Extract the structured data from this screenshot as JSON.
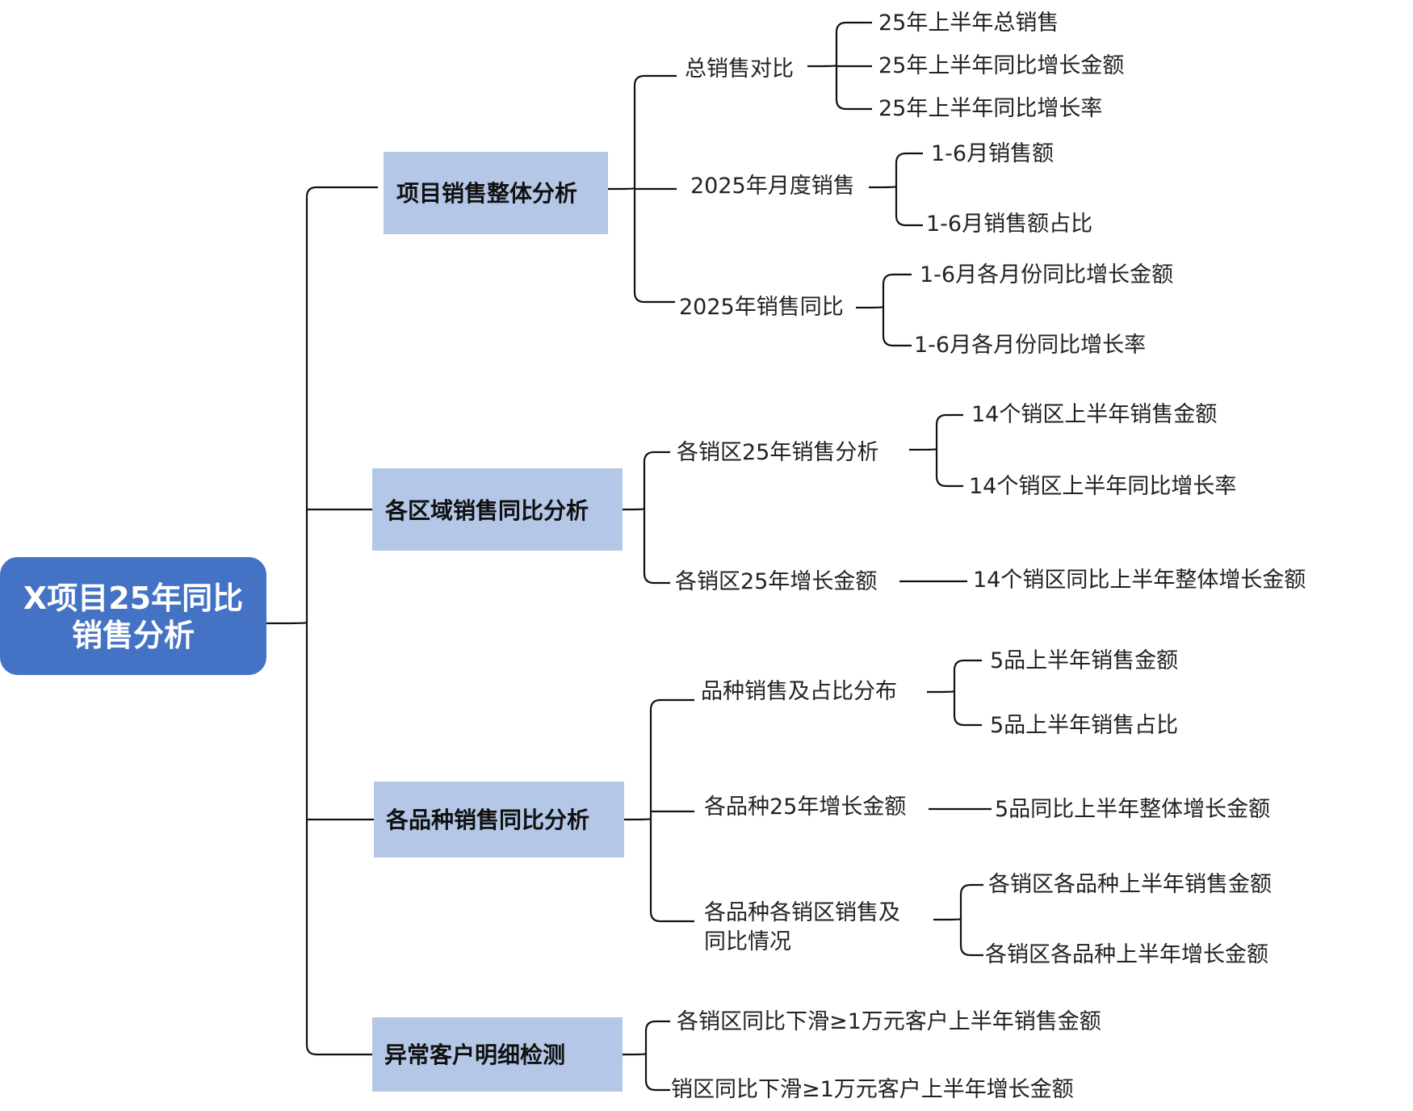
{
  "root": {
    "lines": [
      "X项目25年同比",
      "销售分析"
    ],
    "color": "#4472c4"
  },
  "branch_color": "#b4c7e7",
  "branches": [
    {
      "label": "项目销售整体分析",
      "children": [
        {
          "lines": [
            "总销售对比"
          ],
          "leaves": [
            "25年上半年总销售",
            "25年上半年同比增长金额",
            "25年上半年同比增长率"
          ]
        },
        {
          "lines": [
            "2025年月度销售"
          ],
          "leaves": [
            "1-6月销售额",
            "1-6月销售额占比"
          ]
        },
        {
          "lines": [
            "2025年销售同比"
          ],
          "leaves": [
            "1-6月各月份同比增长金额",
            "1-6月各月份同比增长率"
          ]
        }
      ]
    },
    {
      "label": "各区域销售同比分析",
      "children": [
        {
          "lines": [
            "各销区25年销售分析"
          ],
          "leaves": [
            "14个销区上半年销售金额",
            "14个销区上半年同比增长率"
          ]
        },
        {
          "lines": [
            "各销区25年增长金额"
          ],
          "leaves": [
            "14个销区同比上半年整体增长金额"
          ]
        }
      ]
    },
    {
      "label": "各品种销售同比分析",
      "children": [
        {
          "lines": [
            "品种销售及占比分布"
          ],
          "leaves": [
            "5品上半年销售金额",
            "5品上半年销售占比"
          ]
        },
        {
          "lines": [
            "各品种25年增长金额"
          ],
          "leaves": [
            "5品同比上半年整体增长金额"
          ]
        },
        {
          "lines": [
            "各品种各销区销售及",
            "同比情况"
          ],
          "leaves": [
            "各销区各品种上半年销售金额",
            "各销区各品种上半年增长金额"
          ]
        }
      ]
    },
    {
      "label": "异常客户明细检测",
      "children": [
        {
          "lines": [
            "各销区同比下滑≥1万元客户上半年销售金额"
          ],
          "leaves": []
        },
        {
          "lines": [
            "销区同比下滑≥1万元客户上半年增长金额"
          ],
          "leaves": []
        }
      ]
    }
  ]
}
